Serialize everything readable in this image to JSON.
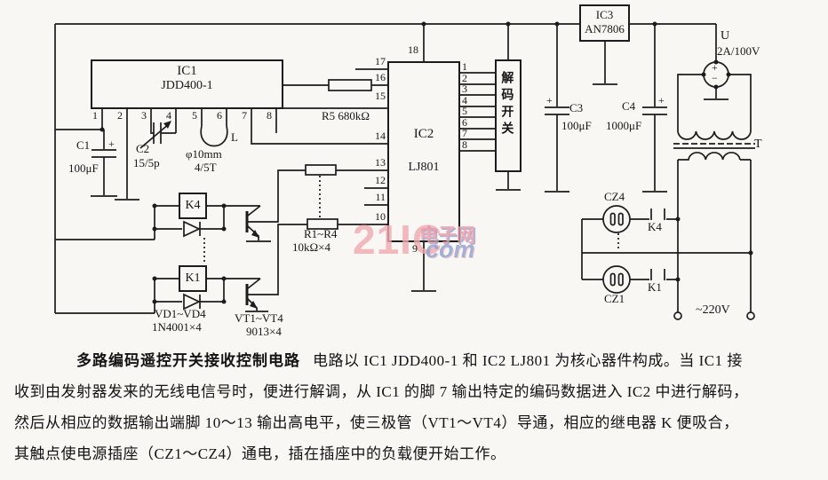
{
  "schematic": {
    "ic1": {
      "name": "IC1",
      "part": "JDD400-1",
      "pins": [
        "1",
        "2",
        "3",
        "4",
        "5",
        "6",
        "7",
        "8"
      ]
    },
    "ic2": {
      "name": "IC2",
      "part": "LJ801",
      "top_pin": "18",
      "bottom_pin": "9",
      "left_pins": [
        "17",
        "16",
        "15",
        "14",
        "13",
        "12",
        "11",
        "10"
      ],
      "right_pins": [
        "1",
        "2",
        "3",
        "4",
        "5",
        "6",
        "7",
        "8"
      ]
    },
    "ic3": {
      "name": "IC3",
      "part": "AN7806"
    },
    "decoder_switch": {
      "label": "解码开关"
    },
    "components": {
      "c1": {
        "name": "C1",
        "value": "100μF",
        "polarity": "+"
      },
      "c2": {
        "name": "C2",
        "value": "15/5p"
      },
      "l": {
        "name": "L",
        "spec1": "φ10mm",
        "spec2": "4/5T"
      },
      "r5": {
        "label": "R5 680kΩ"
      },
      "r_group": {
        "name": "R1~R4",
        "value": "10kΩ×4"
      },
      "c3": {
        "name": "C3",
        "value": "100μF",
        "polarity": "+"
      },
      "c4": {
        "name": "C4",
        "value": "1000μF",
        "polarity": "+"
      },
      "rectifier": {
        "name": "U",
        "spec": "2A/100V",
        "plus": "+",
        "minus": "−"
      },
      "transformer": {
        "name": "T"
      },
      "relay_k4": {
        "label": "K4"
      },
      "relay_k1": {
        "label": "K1"
      },
      "contact_k4": {
        "label": "K4"
      },
      "contact_k1": {
        "label": "K1"
      },
      "socket_cz4": {
        "label": "CZ4"
      },
      "socket_cz1": {
        "label": "CZ1"
      },
      "diodes": {
        "name": "VD1~VD4",
        "value": "1N4001×4"
      },
      "transistors": {
        "name": "VT1~VT4",
        "value": "9013×4"
      },
      "mains": {
        "label": "~220V"
      }
    }
  },
  "watermark": {
    "big": "21IC",
    "cn": "电子网",
    "dot_com": "com"
  },
  "description": {
    "title": "多路编码遥控开关接收控制电路",
    "line1_rest": "电路以 IC1 JDD400-1 和 IC2 LJ801 为核心器件构成。当 IC1 接",
    "line2": "收到由发射器发来的无线电信号时，便进行解调，从 IC1 的脚 7 输出特定的编码数据进入 IC2 中进行解码，",
    "line3": "然后从相应的数据输出端脚 10～13 输出高电平，使三极管（VT1～VT4）导通，相应的继电器 K 便吸合，",
    "line4": "其触点使电源插座（CZ1～CZ4）通电，插在插座中的负载便开始工作。"
  },
  "colors": {
    "paper": "#f8f7f3",
    "ink": "#1c1c1c",
    "watermark_pink": "#f0a9b1",
    "watermark_blue": "#92a2d6"
  }
}
